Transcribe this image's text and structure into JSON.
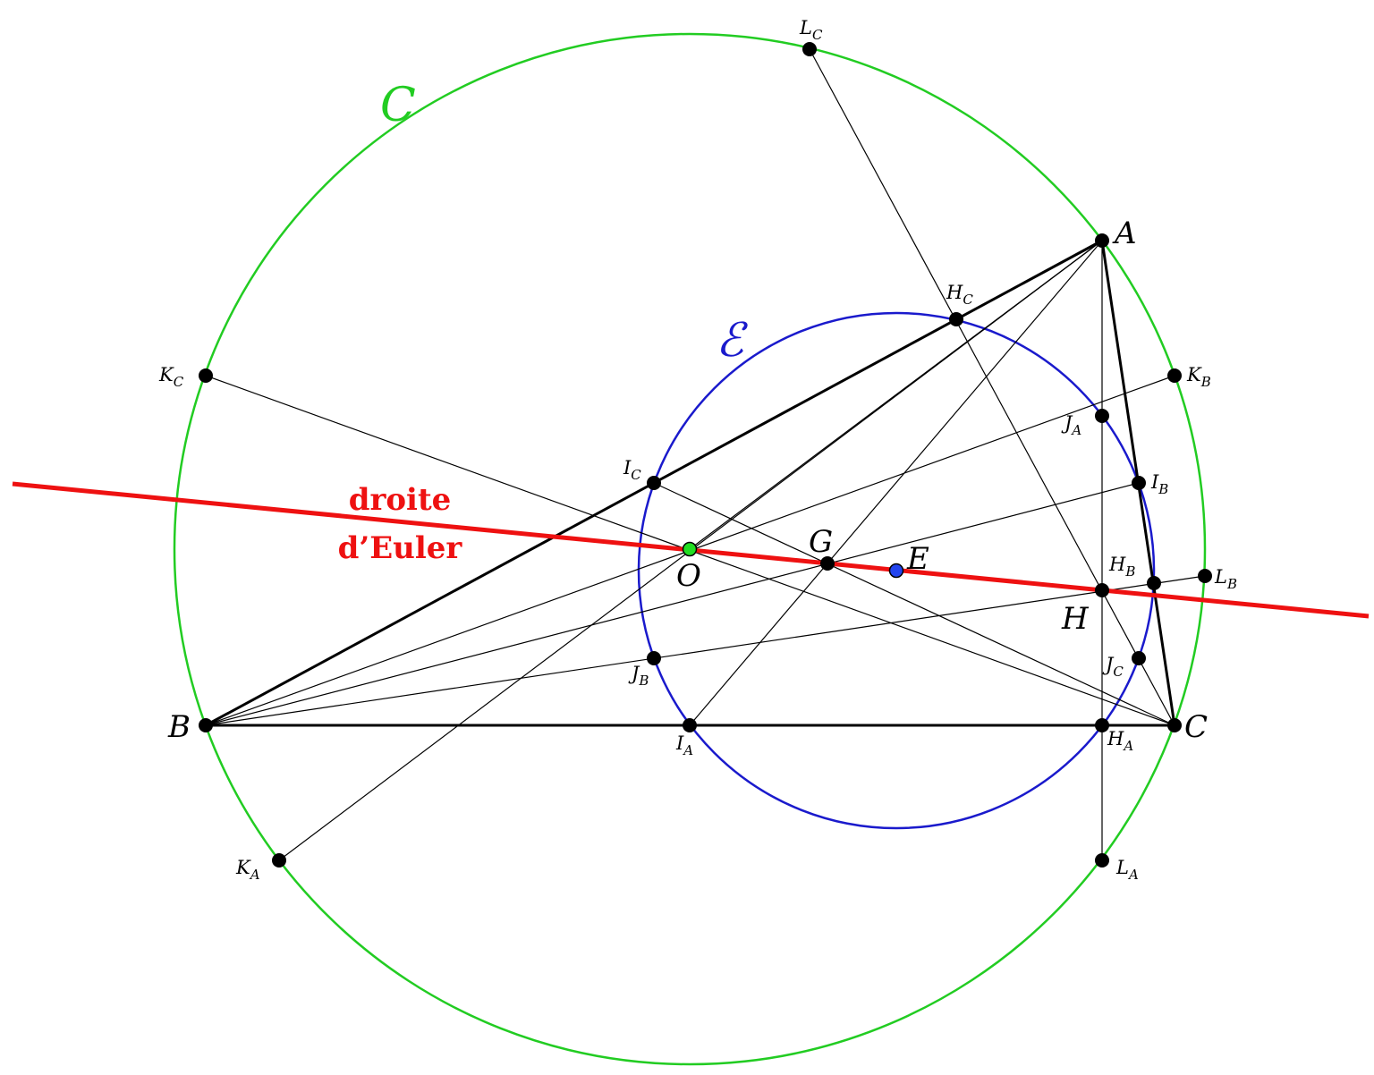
{
  "colors": {
    "circumcircle": "#22cc22",
    "nine_point_circle": "#1a1acc",
    "euler_line": "#ee1111",
    "lines": "#000000",
    "point": "#000000",
    "point_O": "#22dd22",
    "point_E": "#2244ee"
  },
  "circles": {
    "circumcircle_label": "C",
    "nine_point_label": "ℰ"
  },
  "euler_line": {
    "label_line1": "droite",
    "label_line2": "d’Euler"
  },
  "points": {
    "A": {
      "base": "A",
      "sub": ""
    },
    "B": {
      "base": "B",
      "sub": ""
    },
    "C": {
      "base": "C",
      "sub": ""
    },
    "O": {
      "base": "O",
      "sub": ""
    },
    "G": {
      "base": "G",
      "sub": ""
    },
    "E": {
      "base": "E",
      "sub": ""
    },
    "H": {
      "base": "H",
      "sub": ""
    },
    "HA": {
      "base": "H",
      "sub": "A"
    },
    "HB": {
      "base": "H",
      "sub": "B"
    },
    "HC": {
      "base": "H",
      "sub": "C"
    },
    "IA": {
      "base": "I",
      "sub": "A"
    },
    "IB": {
      "base": "I",
      "sub": "B"
    },
    "IC": {
      "base": "I",
      "sub": "C"
    },
    "JA": {
      "base": "J",
      "sub": "A"
    },
    "JB": {
      "base": "J",
      "sub": "B"
    },
    "JC": {
      "base": "J",
      "sub": "C"
    },
    "KA": {
      "base": "K",
      "sub": "A"
    },
    "KB": {
      "base": "K",
      "sub": "B"
    },
    "KC": {
      "base": "K",
      "sub": "C"
    },
    "LA": {
      "base": "L",
      "sub": "A"
    },
    "LB": {
      "base": "L",
      "sub": "B"
    },
    "LC": {
      "base": "L",
      "sub": "C"
    }
  }
}
